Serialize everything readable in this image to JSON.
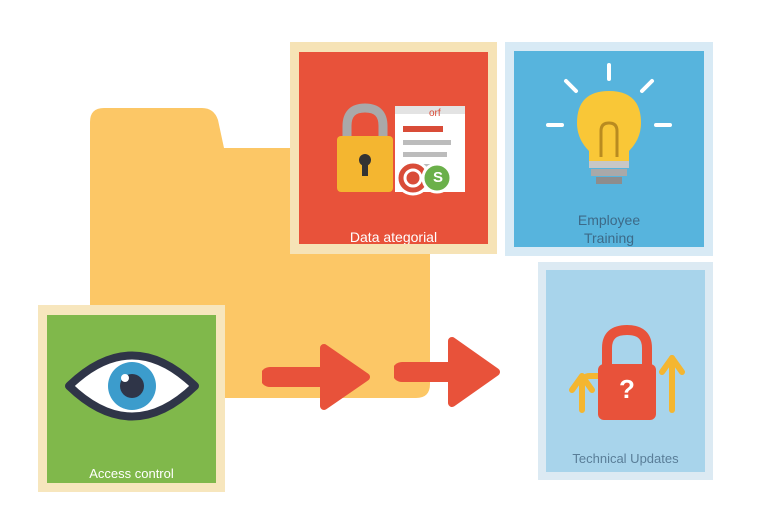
{
  "cards": {
    "data_safeguard": {
      "label": "Data ategorial",
      "stamp_text": "orf",
      "coin_text": "S"
    },
    "employee_training": {
      "label_line1": "Employee",
      "label_line2": "Training"
    },
    "access_control": {
      "label": "Access control"
    },
    "technical_updates": {
      "label": "Technical Updates",
      "symbol": "?"
    }
  },
  "colors": {
    "folder": "#fcc766",
    "data_card": "#e8523a",
    "training_card": "#57b4dd",
    "access_card": "#80b84b",
    "tech_card": "#a8d4eb",
    "arrow": "#e8523a",
    "lock_yellow": "#f4b630",
    "bulb_yellow": "#f9c737"
  },
  "icons": [
    "folder-icon",
    "padlock-icon",
    "document-icon",
    "coin-icon",
    "light-bulb-icon",
    "eye-icon",
    "arrow-right-icon",
    "padlock-question-icon",
    "up-arrow-icon"
  ]
}
